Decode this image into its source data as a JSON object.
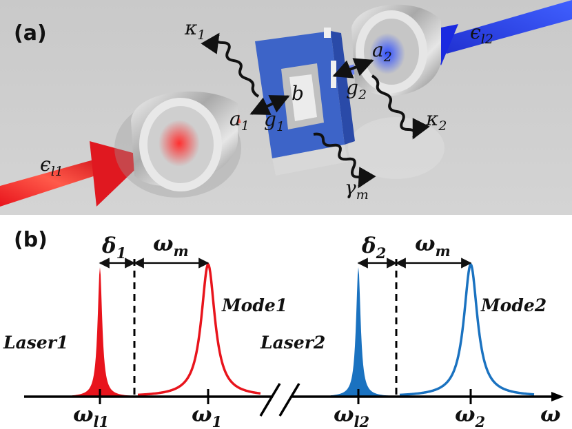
{
  "panel_a": {
    "label": "(a)",
    "kappa1": {
      "base": "κ",
      "sub": "1"
    },
    "kappa2": {
      "base": "κ",
      "sub": "2"
    },
    "a1": {
      "base": "a",
      "sub": "1"
    },
    "a2": {
      "base": "a",
      "sub": "2"
    },
    "b": "b",
    "g1": {
      "base": "g",
      "sub": "1"
    },
    "g2": {
      "base": "g",
      "sub": "2"
    },
    "gamma_m": {
      "base": "γ",
      "sub": "m"
    },
    "eps_l1": {
      "base": "ϵ",
      "sub": "l1"
    },
    "eps_l2": {
      "base": "ϵ",
      "sub": "l2"
    }
  },
  "panel_b": {
    "label": "(b)",
    "delta1": {
      "base": "δ",
      "sub": "1"
    },
    "delta2": {
      "base": "δ",
      "sub": "2"
    },
    "omega_m1": {
      "base": "ω",
      "sub": "m"
    },
    "omega_m2": {
      "base": "ω",
      "sub": "m"
    },
    "mode1": "Mode1",
    "mode2": "Mode2",
    "laser1": "Laser1",
    "laser2": "Laser2",
    "omega_l1": {
      "base": "ω",
      "sub": "l1"
    },
    "omega_1": {
      "base": "ω",
      "sub": "1"
    },
    "omega_l2": {
      "base": "ω",
      "sub": "l2"
    },
    "omega_2": {
      "base": "ω",
      "sub": "2"
    },
    "axis_label": "ω",
    "colors": {
      "mode1": "#e8141c",
      "mode2": "#1a72c0",
      "axis": "#000000"
    }
  }
}
